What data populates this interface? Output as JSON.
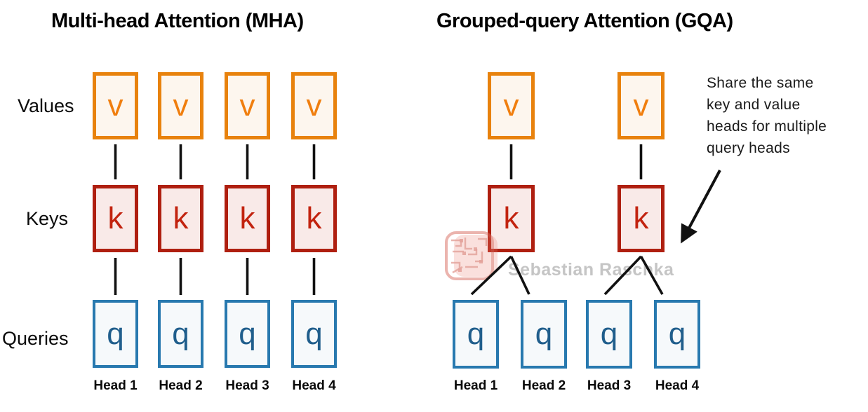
{
  "panels": {
    "mha": {
      "title": "Multi-head Attention (MHA)",
      "row_labels": {
        "values": "Values",
        "keys": "Keys",
        "queries": "Queries"
      },
      "letters": {
        "value": "v",
        "key": "k",
        "query": "q"
      },
      "num_value_heads": 4,
      "num_key_heads": 4,
      "num_query_heads": 4,
      "head_labels": [
        "Head 1",
        "Head 2",
        "Head 3",
        "Head 4"
      ]
    },
    "gqa": {
      "title": "Grouped-query Attention (GQA)",
      "letters": {
        "value": "v",
        "key": "k",
        "query": "q"
      },
      "num_value_heads": 2,
      "num_key_heads": 2,
      "num_query_heads": 4,
      "head_labels": [
        "Head 1",
        "Head 2",
        "Head 3",
        "Head 4"
      ],
      "annotation_lines": [
        "Share the same",
        "key and value",
        "heads for multiple",
        "query heads"
      ]
    }
  },
  "watermark": {
    "text": "Sebastian Raschka",
    "logo": "circuit-stamp-icon"
  },
  "colors": {
    "value_border": "#E8820D",
    "value_fill": "#FDF6EE",
    "value_text": "#F07E0E",
    "key_border": "#AF1F10",
    "key_fill": "#F9EAE8",
    "key_text": "#C2230F",
    "query_border": "#2879AF",
    "query_fill": "#F6F9FB",
    "query_text": "#205E8C",
    "line": "#111111",
    "watermark_text": "#C5C5C5",
    "watermark_logo": "#D8695C"
  }
}
